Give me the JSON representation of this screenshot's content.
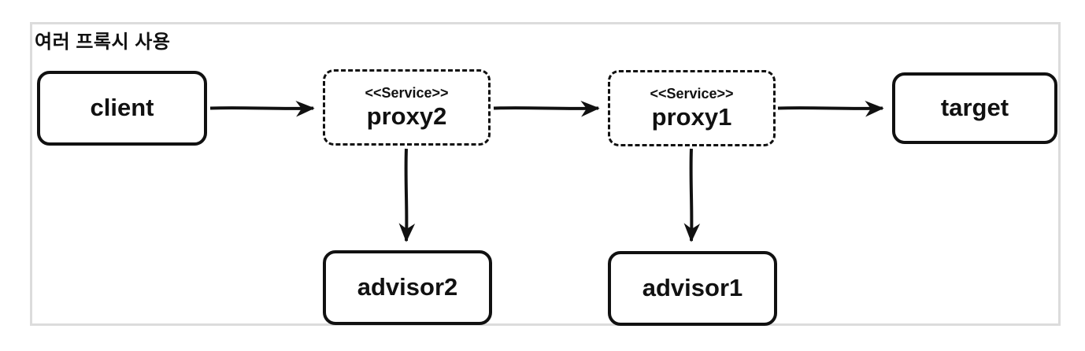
{
  "diagram": {
    "title": "여러 프록시 사용",
    "nodes": {
      "client": {
        "label": "client"
      },
      "proxy2": {
        "stereotype": "<<Service>>",
        "label": "proxy2"
      },
      "proxy1": {
        "stereotype": "<<Service>>",
        "label": "proxy1"
      },
      "target": {
        "label": "target"
      },
      "advisor2": {
        "label": "advisor2"
      },
      "advisor1": {
        "label": "advisor1"
      }
    },
    "edges": [
      {
        "from": "client",
        "to": "proxy2",
        "direction": "right"
      },
      {
        "from": "proxy2",
        "to": "proxy1",
        "direction": "right"
      },
      {
        "from": "proxy1",
        "to": "target",
        "direction": "right"
      },
      {
        "from": "proxy2",
        "to": "advisor2",
        "direction": "down"
      },
      {
        "from": "proxy1",
        "to": "advisor1",
        "direction": "down"
      }
    ],
    "colors": {
      "node_border": "#111111",
      "text": "#111111",
      "frame_border": "#dcdcdc",
      "background": "#ffffff",
      "arrow": "#111111"
    }
  }
}
